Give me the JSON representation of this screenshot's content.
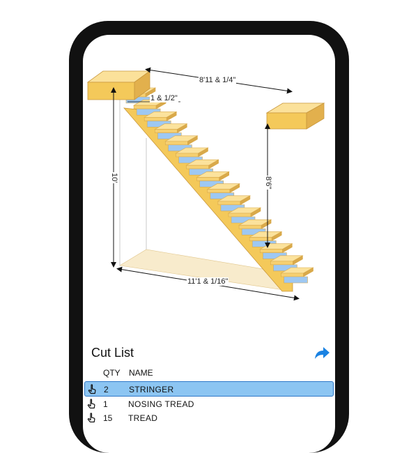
{
  "diagram": {
    "top_span_label": "8'11 & 1/4\"",
    "nosing_label": "1 & 1/2\"",
    "height_label": "10'",
    "landing_height_label": "8'6\"",
    "base_length_label": "11'1 & 1/16\""
  },
  "cut_list": {
    "title": "Cut List",
    "headers": {
      "qty": "QTY",
      "name": "NAME"
    },
    "rows": [
      {
        "qty": "2",
        "name": "STRINGER",
        "selected": true
      },
      {
        "qty": "1",
        "name": "NOSING TREAD",
        "selected": false
      },
      {
        "qty": "15",
        "name": "TREAD",
        "selected": false
      }
    ]
  },
  "colors": {
    "wood": "#f6d071",
    "wood_dark": "#d9a94a",
    "riser": "#9ec8f2",
    "selection": "#8cc5f2",
    "accent": "#2e78c8",
    "frame": "#111111"
  }
}
